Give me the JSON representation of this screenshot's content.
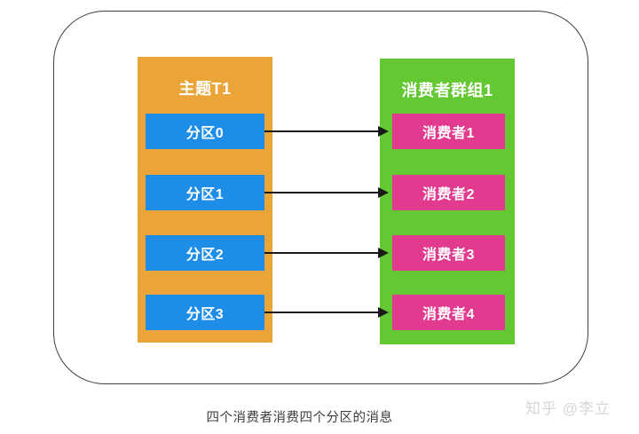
{
  "topic": {
    "title": "主题T1",
    "partitions": [
      "分区0",
      "分区1",
      "分区2",
      "分区3"
    ]
  },
  "group": {
    "title": "消费者群组1",
    "consumers": [
      "消费者1",
      "消费者2",
      "消费者3",
      "消费者4"
    ]
  },
  "arrows": [
    {
      "from": "分区0",
      "to": "消费者1"
    },
    {
      "from": "分区1",
      "to": "消费者2"
    },
    {
      "from": "分区2",
      "to": "消费者3"
    },
    {
      "from": "分区3",
      "to": "消费者4"
    }
  ],
  "caption": "四个消费者消费四个分区的消息",
  "watermark": "知乎 @李立",
  "colors": {
    "topic_bg": "#EAA437",
    "partition_bg": "#1E8DE8",
    "group_bg": "#64C832",
    "consumer_bg": "#E23A8E",
    "arrow": "#1a1a1a",
    "frame_border": "#3f3f3f",
    "label_text": "#ffffff",
    "caption_text": "#3c3c3c",
    "watermark_text": "#d6d6d6"
  }
}
